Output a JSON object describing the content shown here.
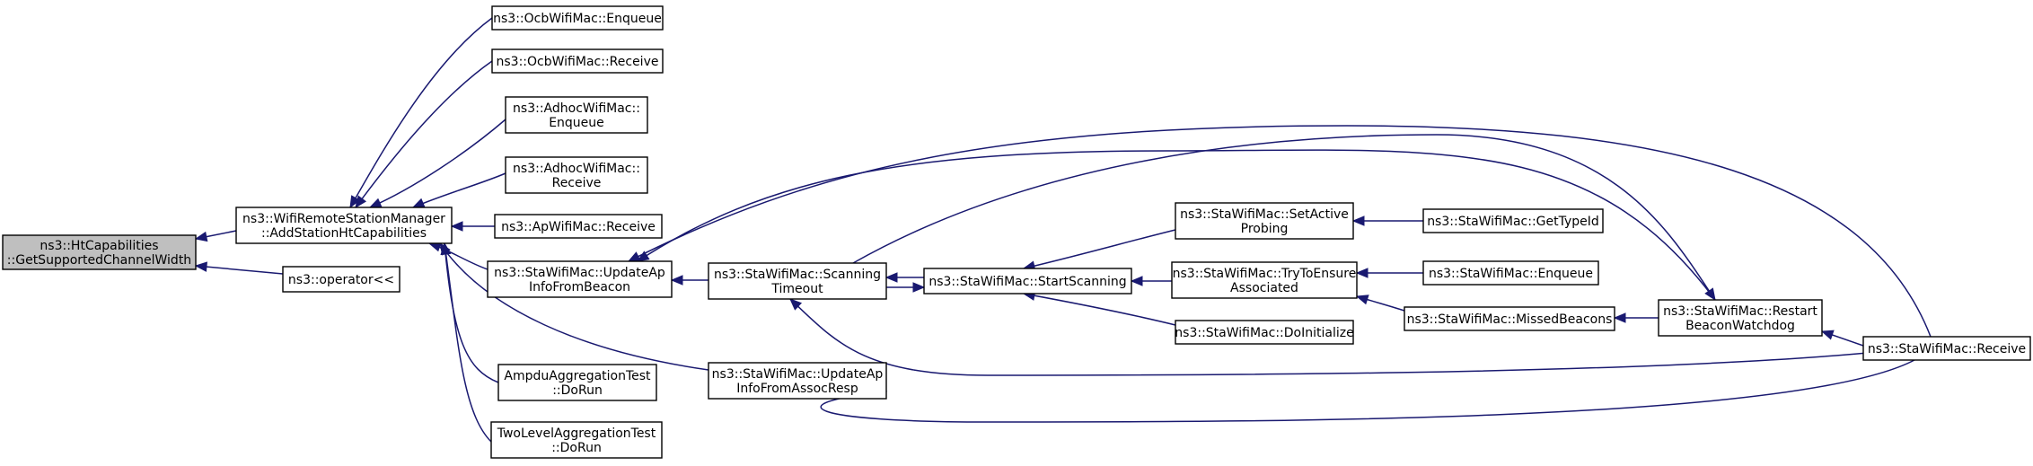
{
  "nodes": [
    {
      "id": "n0",
      "lines": [
        "ns3::HtCapabilities",
        "::GetSupportedChannelWidth"
      ],
      "highlight": true
    },
    {
      "id": "n1",
      "lines": [
        "ns3::WifiRemoteStationManager",
        "::AddStationHtCapabilities"
      ]
    },
    {
      "id": "n2",
      "lines": [
        "ns3::operator<<"
      ]
    },
    {
      "id": "n3",
      "lines": [
        "ns3::OcbWifiMac::Enqueue"
      ]
    },
    {
      "id": "n4",
      "lines": [
        "ns3::OcbWifiMac::Receive"
      ]
    },
    {
      "id": "n5",
      "lines": [
        "ns3::AdhocWifiMac::",
        "Enqueue"
      ]
    },
    {
      "id": "n6",
      "lines": [
        "ns3::AdhocWifiMac::",
        "Receive"
      ]
    },
    {
      "id": "n7",
      "lines": [
        "ns3::ApWifiMac::Receive"
      ]
    },
    {
      "id": "n8",
      "lines": [
        "ns3::StaWifiMac::UpdateAp",
        "InfoFromBeacon"
      ]
    },
    {
      "id": "n9",
      "lines": [
        "AmpduAggregationTest",
        "::DoRun"
      ]
    },
    {
      "id": "n10",
      "lines": [
        "TwoLevelAggregationTest",
        "::DoRun"
      ]
    },
    {
      "id": "n11",
      "lines": [
        "ns3::StaWifiMac::Scanning",
        "Timeout"
      ]
    },
    {
      "id": "n12",
      "lines": [
        "ns3::StaWifiMac::UpdateAp",
        "InfoFromAssocResp"
      ]
    },
    {
      "id": "n13",
      "lines": [
        "ns3::StaWifiMac::StartScanning"
      ]
    },
    {
      "id": "n14",
      "lines": [
        "ns3::StaWifiMac::SetActive",
        "Probing"
      ]
    },
    {
      "id": "n15",
      "lines": [
        "ns3::StaWifiMac::TryToEnsure",
        "Associated"
      ]
    },
    {
      "id": "n16",
      "lines": [
        "ns3::StaWifiMac::DoInitialize"
      ]
    },
    {
      "id": "n17",
      "lines": [
        "ns3::StaWifiMac::GetTypeId"
      ]
    },
    {
      "id": "n18",
      "lines": [
        "ns3::StaWifiMac::Enqueue"
      ]
    },
    {
      "id": "n19",
      "lines": [
        "ns3::StaWifiMac::MissedBeacons"
      ]
    },
    {
      "id": "n20",
      "lines": [
        "ns3::StaWifiMac::Restart",
        "BeaconWatchdog"
      ]
    },
    {
      "id": "n21",
      "lines": [
        "ns3::StaWifiMac::Receive"
      ]
    }
  ],
  "edges": [
    {
      "from": "n1",
      "to": "n0"
    },
    {
      "from": "n2",
      "to": "n0"
    },
    {
      "from": "n3",
      "to": "n1"
    },
    {
      "from": "n4",
      "to": "n1"
    },
    {
      "from": "n5",
      "to": "n1"
    },
    {
      "from": "n6",
      "to": "n1"
    },
    {
      "from": "n7",
      "to": "n1"
    },
    {
      "from": "n8",
      "to": "n1"
    },
    {
      "from": "n9",
      "to": "n1"
    },
    {
      "from": "n10",
      "to": "n1"
    },
    {
      "from": "n12",
      "to": "n1"
    },
    {
      "from": "n11",
      "to": "n8"
    },
    {
      "from": "n20",
      "to": "n8"
    },
    {
      "from": "n21",
      "to": "n8"
    },
    {
      "from": "n21",
      "to": "n12"
    },
    {
      "from": "n13",
      "to": "n11"
    },
    {
      "from": "n21",
      "to": "n11"
    },
    {
      "from": "n11",
      "to": "n13"
    },
    {
      "from": "n14",
      "to": "n13"
    },
    {
      "from": "n15",
      "to": "n13"
    },
    {
      "from": "n16",
      "to": "n13"
    },
    {
      "from": "n17",
      "to": "n14"
    },
    {
      "from": "n18",
      "to": "n15"
    },
    {
      "from": "n19",
      "to": "n15"
    },
    {
      "from": "n20",
      "to": "n19"
    },
    {
      "from": "n11",
      "to": "n20"
    },
    {
      "from": "n21",
      "to": "n20"
    }
  ],
  "colors": {
    "edge": "#191970",
    "highlight_fill": "#bfbfbf",
    "node_border": "#000000"
  }
}
